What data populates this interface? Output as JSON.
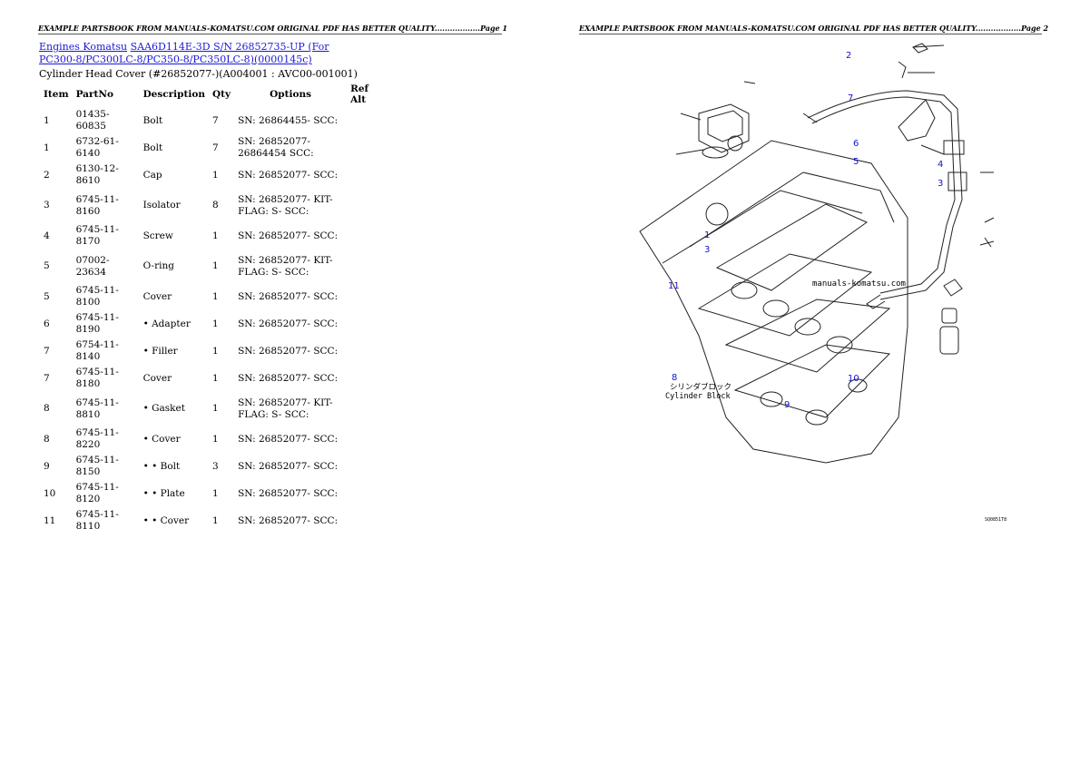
{
  "header": {
    "page1": "EXAMPLE PARTSBOOK FROM MANUALS-KOMATSU.COM ORIGINAL PDF HAS BETTER QUALITY..................Page 1",
    "page2": "EXAMPLE PARTSBOOK FROM MANUALS-KOMATSU.COM ORIGINAL PDF HAS BETTER QUALITY..................Page 2"
  },
  "breadcrumb": {
    "link1": "Engines Komatsu",
    "link2": "SAA6D114E-3D S/N 26852735-UP (For PC300-8/PC300LC-8/PC350-8/PC350LC-8)(0000145c)"
  },
  "subtitle": "Cylinder Head Cover (#26852077-)(A004001 : AVC00-001001)",
  "table": {
    "columns": [
      "Item",
      "PartNo",
      "Description",
      "Qty",
      "Options",
      "Ref Alt"
    ],
    "rows": [
      {
        "item": "1",
        "partno": "01435-60835",
        "desc": "Bolt",
        "qty": "7",
        "options": "SN: 26864455- SCC:",
        "ref": ""
      },
      {
        "item": "1",
        "partno": "6732-61-6140",
        "desc": "Bolt",
        "qty": "7",
        "options": "SN: 26852077-26864454 SCC:",
        "ref": ""
      },
      {
        "item": "2",
        "partno": "6130-12-8610",
        "desc": "Cap",
        "qty": "1",
        "options": "SN: 26852077- SCC:",
        "ref": ""
      },
      {
        "item": "3",
        "partno": "6745-11-8160",
        "desc": "Isolator",
        "qty": "8",
        "options": "SN: 26852077- KIT-FLAG: S- SCC:",
        "ref": ""
      },
      {
        "item": "4",
        "partno": "6745-11-8170",
        "desc": "Screw",
        "qty": "1",
        "options": "SN: 26852077- SCC:",
        "ref": ""
      },
      {
        "item": "5",
        "partno": "07002-23634",
        "desc": "O-ring",
        "qty": "1",
        "options": "SN: 26852077- KIT-FLAG: S- SCC:",
        "ref": ""
      },
      {
        "item": "5",
        "partno": "6745-11-8100",
        "desc": "Cover",
        "qty": "1",
        "options": "SN: 26852077- SCC:",
        "ref": ""
      },
      {
        "item": "6",
        "partno": "6745-11-8190",
        "desc": "• Adapter",
        "qty": "1",
        "options": "SN: 26852077- SCC:",
        "ref": ""
      },
      {
        "item": "7",
        "partno": "6754-11-8140",
        "desc": "• Filler",
        "qty": "1",
        "options": "SN: 26852077- SCC:",
        "ref": ""
      },
      {
        "item": "7",
        "partno": "6745-11-8180",
        "desc": "Cover",
        "qty": "1",
        "options": "SN: 26852077- SCC:",
        "ref": ""
      },
      {
        "item": "8",
        "partno": "6745-11-8810",
        "desc": "• Gasket",
        "qty": "1",
        "options": "SN: 26852077- KIT-FLAG: S- SCC:",
        "ref": ""
      },
      {
        "item": "8",
        "partno": "6745-11-8220",
        "desc": "• Cover",
        "qty": "1",
        "options": "SN: 26852077- SCC:",
        "ref": ""
      },
      {
        "item": "9",
        "partno": "6745-11-8150",
        "desc": "• • Bolt",
        "qty": "3",
        "options": "SN: 26852077- SCC:",
        "ref": ""
      },
      {
        "item": "10",
        "partno": "6745-11-8120",
        "desc": "• • Plate",
        "qty": "1",
        "options": "SN: 26852077- SCC:",
        "ref": ""
      },
      {
        "item": "11",
        "partno": "6745-11-8110",
        "desc": "• • Cover",
        "qty": "1",
        "options": "SN: 26852077- SCC:",
        "ref": ""
      }
    ]
  },
  "diagram": {
    "callouts": [
      "2",
      "7",
      "6",
      "5",
      "4",
      "3",
      "1",
      "3",
      "11",
      "8",
      "9",
      "10"
    ],
    "caption_jp": "シリンダブロック",
    "caption_en": "Cylinder Block",
    "watermark": "manuals-komatsu.com",
    "code": "SQ0851T8"
  }
}
